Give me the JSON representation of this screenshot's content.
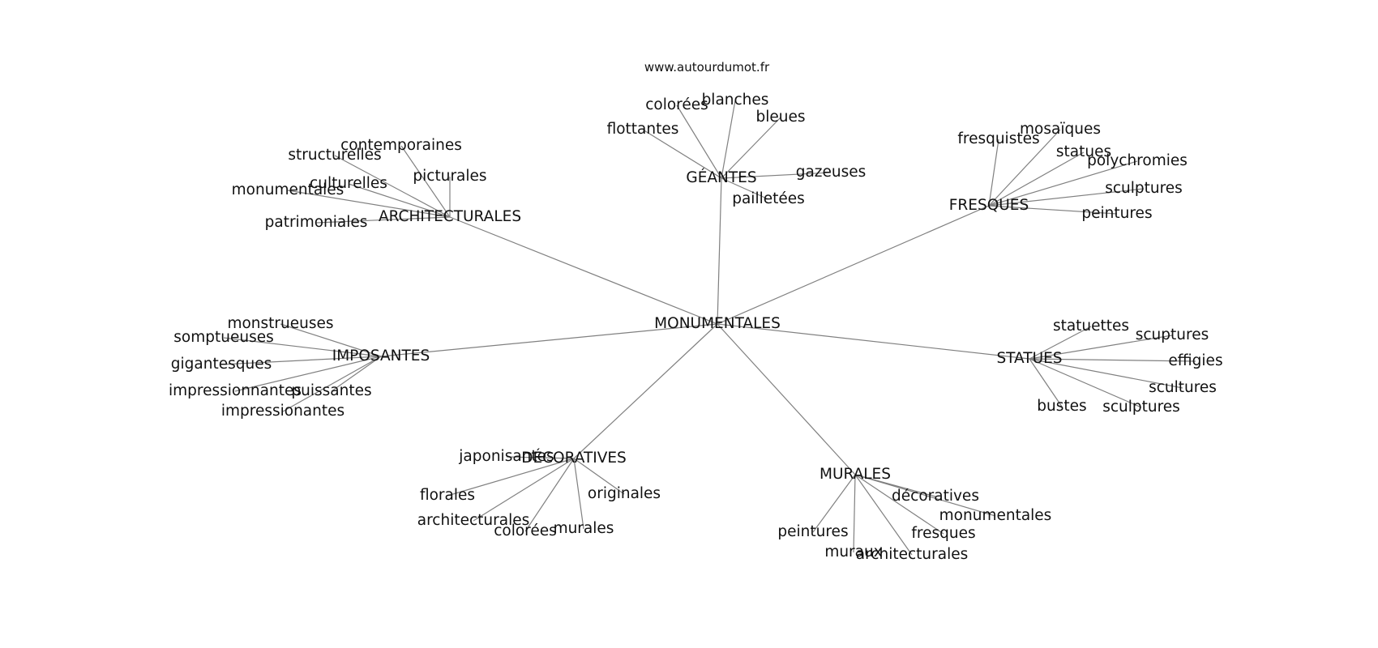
{
  "source": "www.autourdumot.fr",
  "center": "MONUMENTALES",
  "hubs": [
    {
      "label": "ARCHITECTURALES",
      "leaves": [
        "contemporaines",
        "structurelles",
        "picturales",
        "culturelles",
        "monumentales",
        "patrimoniales"
      ]
    },
    {
      "label": "GÉANTES",
      "leaves": [
        "blanches",
        "colorées",
        "bleues",
        "flottantes",
        "gazeuses",
        "pailletées"
      ]
    },
    {
      "label": "FRESQUES",
      "leaves": [
        "mosaïques",
        "fresquistes",
        "statues",
        "polychromies",
        "sculptures",
        "peintures"
      ]
    },
    {
      "label": "IMPOSANTES",
      "leaves": [
        "monstrueuses",
        "somptueuses",
        "gigantesques",
        "impressionnantes",
        "puissantes",
        "impressionantes"
      ]
    },
    {
      "label": "STATUES",
      "leaves": [
        "statuettes",
        "scuptures",
        "effigies",
        "scultures",
        "bustes",
        "sculptures"
      ]
    },
    {
      "label": "DÉCORATIVES",
      "leaves": [
        "japonisantes",
        "florales",
        "originales",
        "architecturales",
        "colorées",
        "murales"
      ]
    },
    {
      "label": "MURALES",
      "leaves": [
        "décoratives",
        "monumentales",
        "peintures",
        "fresques",
        "muraux",
        "architecturales"
      ]
    }
  ]
}
